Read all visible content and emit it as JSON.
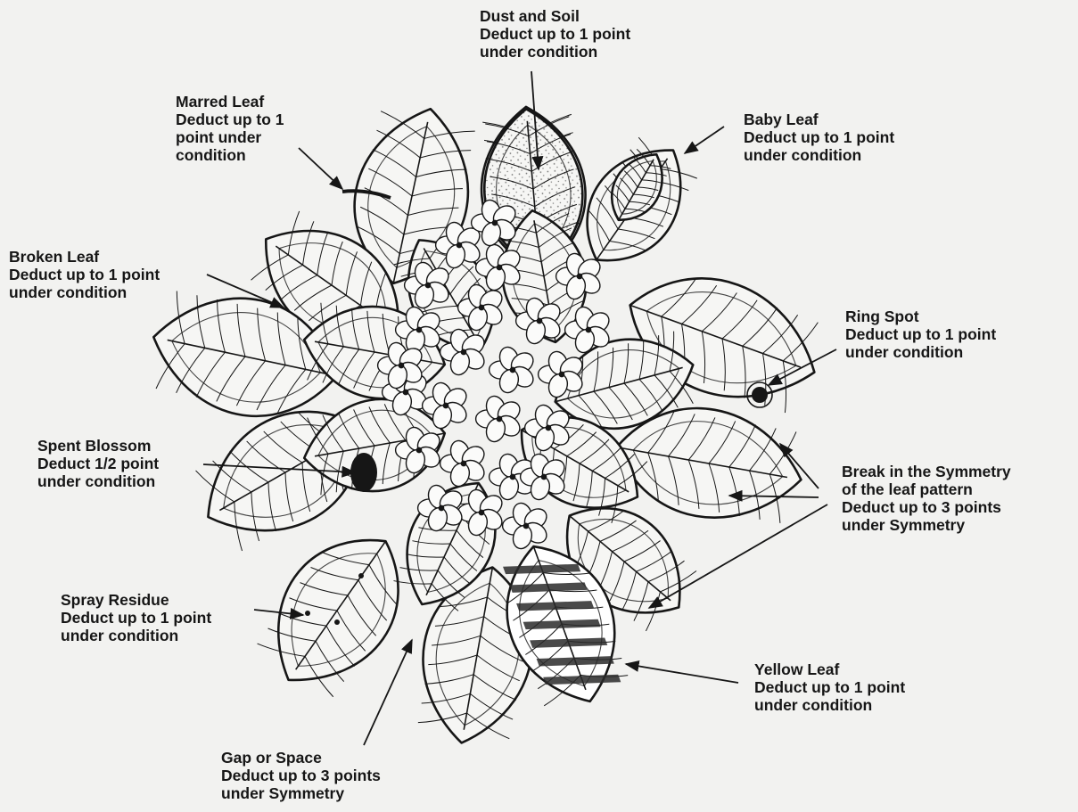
{
  "annotations": [
    {
      "id": "dust-and-soil",
      "lines": [
        "Dust and Soil",
        "Deduct up to 1 point",
        "under condition"
      ]
    },
    {
      "id": "marred-leaf",
      "lines": [
        "Marred Leaf",
        "Deduct up to 1",
        "point under",
        "condition"
      ]
    },
    {
      "id": "baby-leaf",
      "lines": [
        "Baby Leaf",
        "Deduct up to 1 point",
        "under condition"
      ]
    },
    {
      "id": "broken-leaf",
      "lines": [
        "Broken Leaf",
        "Deduct up to 1 point",
        "under condition"
      ]
    },
    {
      "id": "ring-spot",
      "lines": [
        "Ring Spot",
        "Deduct up to 1 point",
        "under condition"
      ]
    },
    {
      "id": "spent-blossom",
      "lines": [
        "Spent Blossom",
        "Deduct 1/2 point",
        "under condition"
      ]
    },
    {
      "id": "break-in-symmetry",
      "lines": [
        "Break in the Symmetry",
        "of the leaf pattern",
        "Deduct up to 3 points",
        "under Symmetry"
      ]
    },
    {
      "id": "spray-residue",
      "lines": [
        "Spray Residue",
        "Deduct up to 1 point",
        "under condition"
      ]
    },
    {
      "id": "yellow-leaf",
      "lines": [
        "Yellow Leaf",
        "Deduct up to 1 point",
        "under condition"
      ]
    },
    {
      "id": "gap-or-space",
      "lines": [
        "Gap or Space",
        "Deduct up to 3 points",
        "under Symmetry"
      ]
    }
  ],
  "colors": {
    "ink": "#161616",
    "paper": "#f2f2f0",
    "leaf_fill": "#f6f6f4",
    "yellow_leaf_shade": "#2a2a2a"
  }
}
